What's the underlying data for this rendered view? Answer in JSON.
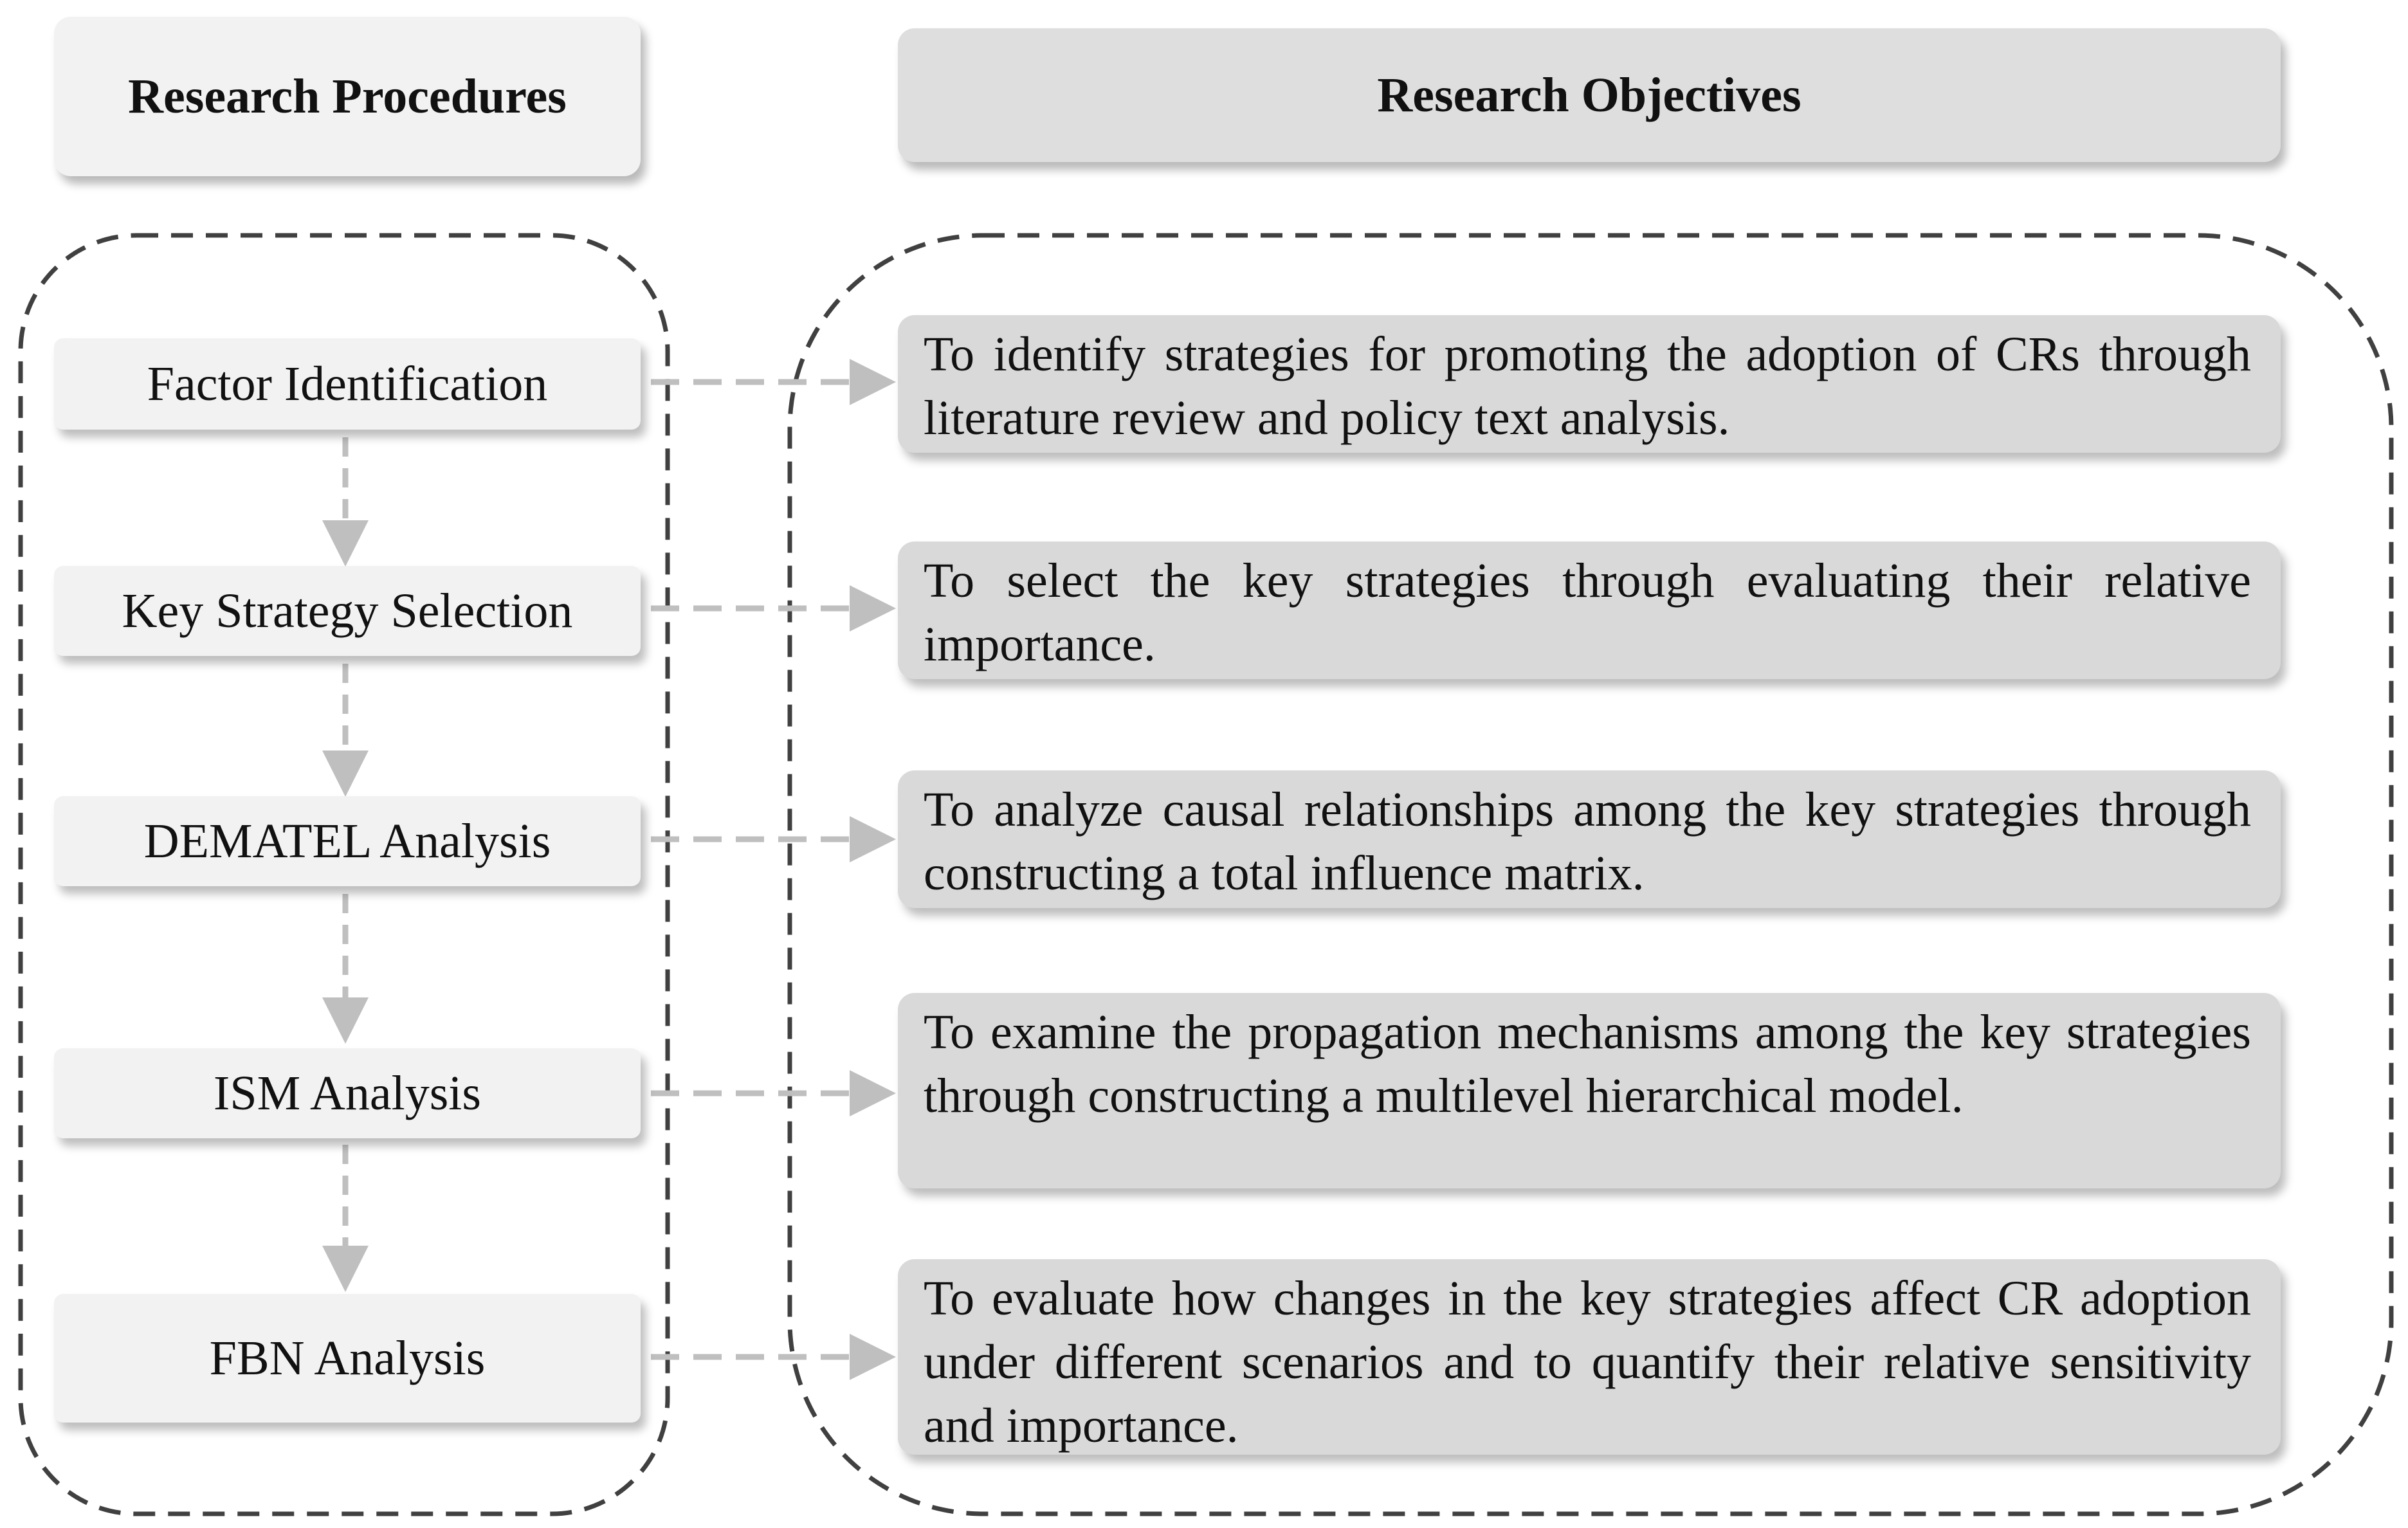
{
  "headers": {
    "procedures": "Research Procedures",
    "objectives": "Research Objectives"
  },
  "procedures": [
    {
      "label": "Factor Identification"
    },
    {
      "label": "Key Strategy Selection"
    },
    {
      "label": "DEMATEL Analysis"
    },
    {
      "label": "ISM Analysis"
    },
    {
      "label": "FBN Analysis"
    }
  ],
  "objectives": [
    {
      "text": "To identify strategies for promoting the adoption of CRs through literature review and policy text analysis."
    },
    {
      "text": "To select the key strategies through evaluating their relative importance."
    },
    {
      "text": "To analyze causal relationships among the key strategies through constructing a total influence matrix."
    },
    {
      "text": "To examine the propagation mechanisms among the key strategies through constructing a multilevel hierarchical model."
    },
    {
      "text": "To evaluate how changes in the key strategies affect CR adoption under different scenarios and to quantify their relative sensitivity and importance."
    }
  ],
  "colors": {
    "procedure_box": "#f2f2f2",
    "objective_box": "#d9d9d9",
    "header_right": "#dedede",
    "group_border": "#404040",
    "arrow": "#bfbfbf"
  }
}
